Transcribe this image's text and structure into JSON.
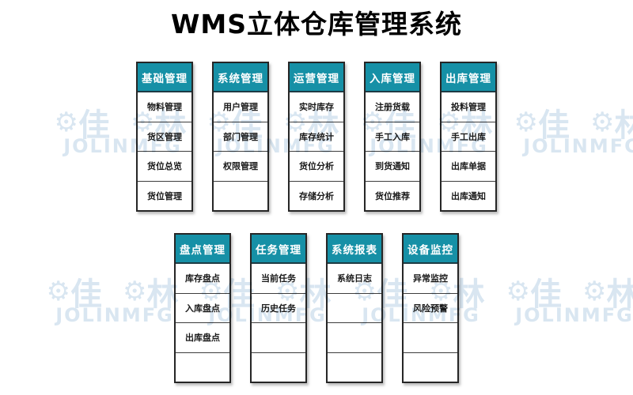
{
  "title": "WMS立体仓库管理系统",
  "colors": {
    "header_bg": "#1690A6",
    "header_text": "#ffffff",
    "border": "#262626",
    "watermark": "#b9d2e6"
  },
  "watermark": {
    "gear_icon": "gear-icon",
    "cn_left": "佳",
    "cn_right": "林",
    "latin": "JOLINMFG"
  },
  "rows": [
    {
      "columns": [
        {
          "header": "基础管理",
          "items": [
            "物料管理",
            "货区管理",
            "货位总览",
            "货位管理"
          ]
        },
        {
          "header": "系统管理",
          "items": [
            "用户管理",
            "部门管理",
            "权限管理",
            ""
          ]
        },
        {
          "header": "运营管理",
          "items": [
            "实时库存",
            "库存统计",
            "货位分析",
            "存储分析"
          ]
        },
        {
          "header": "入库管理",
          "items": [
            "注册货载",
            "手工入库",
            "到货通知",
            "货位推荐"
          ]
        },
        {
          "header": "出库管理",
          "items": [
            "投料管理",
            "手工出库",
            "出库单据",
            "出库通知"
          ]
        }
      ]
    },
    {
      "columns": [
        {
          "header": "盘点管理",
          "items": [
            "库存盘点",
            "入库盘点",
            "出库盘点",
            ""
          ]
        },
        {
          "header": "任务管理",
          "items": [
            "当前任务",
            "历史任务",
            "",
            ""
          ]
        },
        {
          "header": "系统报表",
          "items": [
            "系统日志",
            "",
            "",
            ""
          ]
        },
        {
          "header": "设备监控",
          "items": [
            "异常监控",
            "风险预警",
            "",
            ""
          ]
        }
      ]
    }
  ]
}
